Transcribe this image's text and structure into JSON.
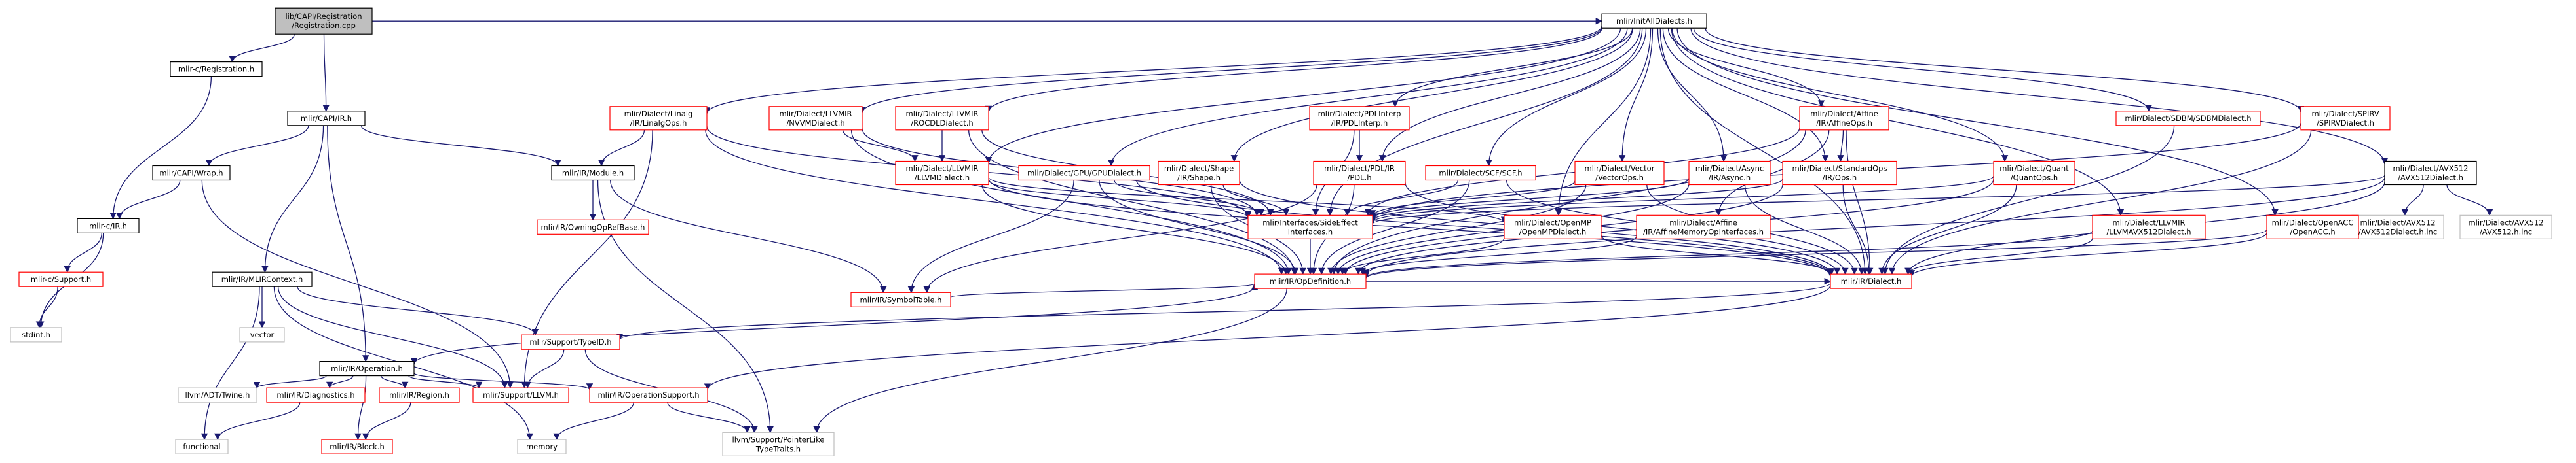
{
  "graph": {
    "nodes": [
      {
        "id": "root",
        "lines": [
          "lib/CAPI/Registration",
          "/Registration.cpp"
        ],
        "style": "root"
      },
      {
        "id": "n_reg",
        "lines": [
          "mlir-c/Registration.h"
        ],
        "style": "plain"
      },
      {
        "id": "n_initall",
        "lines": [
          "mlir/InitAllDialects.h"
        ],
        "style": "plain"
      },
      {
        "id": "n_capi_ir",
        "lines": [
          "mlir/CAPI/IR.h"
        ],
        "style": "plain"
      },
      {
        "id": "n_capi_wrap",
        "lines": [
          "mlir/CAPI/Wrap.h"
        ],
        "style": "plain"
      },
      {
        "id": "n_mlirc_ir",
        "lines": [
          "mlir-c/IR.h"
        ],
        "style": "plain"
      },
      {
        "id": "n_mlirc_support",
        "lines": [
          "mlir-c/Support.h"
        ],
        "style": "red"
      },
      {
        "id": "n_stdint",
        "lines": [
          "stdint.h"
        ],
        "style": "grey"
      },
      {
        "id": "n_module",
        "lines": [
          "mlir/IR/Module.h"
        ],
        "style": "plain"
      },
      {
        "id": "n_owningop",
        "lines": [
          "mlir/IR/OwningOpRefBase.h"
        ],
        "style": "red"
      },
      {
        "id": "n_mlircontext",
        "lines": [
          "mlir/IR/MLIRContext.h"
        ],
        "style": "plain"
      },
      {
        "id": "n_vector",
        "lines": [
          "vector"
        ],
        "style": "grey"
      },
      {
        "id": "n_operation",
        "lines": [
          "mlir/IR/Operation.h"
        ],
        "style": "plain"
      },
      {
        "id": "n_twine",
        "lines": [
          "llvm/ADT/Twine.h"
        ],
        "style": "grey"
      },
      {
        "id": "n_diag",
        "lines": [
          "mlir/IR/Diagnostics.h"
        ],
        "style": "red"
      },
      {
        "id": "n_region",
        "lines": [
          "mlir/IR/Region.h"
        ],
        "style": "red"
      },
      {
        "id": "n_llvmh",
        "lines": [
          "mlir/Support/LLVM.h"
        ],
        "style": "red"
      },
      {
        "id": "n_opsupport",
        "lines": [
          "mlir/IR/OperationSupport.h"
        ],
        "style": "red"
      },
      {
        "id": "n_functional",
        "lines": [
          "functional"
        ],
        "style": "grey"
      },
      {
        "id": "n_block",
        "lines": [
          "mlir/IR/Block.h"
        ],
        "style": "red"
      },
      {
        "id": "n_memory",
        "lines": [
          "memory"
        ],
        "style": "grey"
      },
      {
        "id": "n_typeid",
        "lines": [
          "mlir/Support/TypeID.h"
        ],
        "style": "red"
      },
      {
        "id": "n_ptrlike",
        "lines": [
          "llvm/Support/PointerLike",
          "TypeTraits.h"
        ],
        "style": "grey"
      },
      {
        "id": "n_symtab",
        "lines": [
          "mlir/IR/SymbolTable.h"
        ],
        "style": "red"
      },
      {
        "id": "n_linalg",
        "lines": [
          "mlir/Dialect/Linalg",
          "/IR/LinalgOps.h"
        ],
        "style": "red"
      },
      {
        "id": "n_nvvm",
        "lines": [
          "mlir/Dialect/LLVMIR",
          "/NVVMDialect.h"
        ],
        "style": "red"
      },
      {
        "id": "n_rocdl",
        "lines": [
          "mlir/Dialect/LLVMIR",
          "/ROCDLDialect.h"
        ],
        "style": "red"
      },
      {
        "id": "n_llvmdialect",
        "lines": [
          "mlir/Dialect/LLVMIR",
          "/LLVMDialect.h"
        ],
        "style": "red"
      },
      {
        "id": "n_gpu",
        "lines": [
          "mlir/Dialect/GPU/GPUDialect.h"
        ],
        "style": "red"
      },
      {
        "id": "n_shape",
        "lines": [
          "mlir/Dialect/Shape",
          "/IR/Shape.h"
        ],
        "style": "red"
      },
      {
        "id": "n_pdlinterp",
        "lines": [
          "mlir/Dialect/PDLInterp",
          "/IR/PDLInterp.h"
        ],
        "style": "red"
      },
      {
        "id": "n_pdl",
        "lines": [
          "mlir/Dialect/PDL/IR",
          "/PDL.h"
        ],
        "style": "red"
      },
      {
        "id": "n_scf",
        "lines": [
          "mlir/Dialect/SCF/SCF.h"
        ],
        "style": "red"
      },
      {
        "id": "n_vectorops",
        "lines": [
          "mlir/Dialect/Vector",
          "/VectorOps.h"
        ],
        "style": "red"
      },
      {
        "id": "n_async",
        "lines": [
          "mlir/Dialect/Async",
          "/IR/Async.h"
        ],
        "style": "red"
      },
      {
        "id": "n_affine",
        "lines": [
          "mlir/Dialect/Affine",
          "/IR/AffineOps.h"
        ],
        "style": "red"
      },
      {
        "id": "n_stdops",
        "lines": [
          "mlir/Dialect/StandardOps",
          "/IR/Ops.h"
        ],
        "style": "red"
      },
      {
        "id": "n_quant",
        "lines": [
          "mlir/Dialect/Quant",
          "/QuantOps.h"
        ],
        "style": "red"
      },
      {
        "id": "n_sdbm",
        "lines": [
          "mlir/Dialect/SDBM/SDBMDialect.h"
        ],
        "style": "red"
      },
      {
        "id": "n_spirv",
        "lines": [
          "mlir/Dialect/SPIRV",
          "/SPIRVDialect.h"
        ],
        "style": "red"
      },
      {
        "id": "n_avx512d",
        "lines": [
          "mlir/Dialect/AVX512",
          "/AVX512Dialect.h"
        ],
        "style": "plain"
      },
      {
        "id": "n_avx512inc",
        "lines": [
          "mlir/Dialect/AVX512",
          "/AVX512Dialect.h.inc"
        ],
        "style": "grey"
      },
      {
        "id": "n_avx512hinc",
        "lines": [
          "mlir/Dialect/AVX512",
          "/AVX512.h.inc"
        ],
        "style": "grey"
      },
      {
        "id": "n_sideeffect",
        "lines": [
          "mlir/Interfaces/SideEffect",
          "Interfaces.h"
        ],
        "style": "red"
      },
      {
        "id": "n_openmp",
        "lines": [
          "mlir/Dialect/OpenMP",
          "/OpenMPDialect.h"
        ],
        "style": "red"
      },
      {
        "id": "n_affmem",
        "lines": [
          "mlir/Dialect/Affine",
          "/IR/AffineMemoryOpInterfaces.h"
        ],
        "style": "red"
      },
      {
        "id": "n_llvmavx",
        "lines": [
          "mlir/Dialect/LLVMIR",
          "/LLVMAVX512Dialect.h"
        ],
        "style": "red"
      },
      {
        "id": "n_openacc",
        "lines": [
          "mlir/Dialect/OpenACC",
          "/OpenACC.h"
        ],
        "style": "red"
      },
      {
        "id": "n_opdef",
        "lines": [
          "mlir/IR/OpDefinition.h"
        ],
        "style": "red"
      },
      {
        "id": "n_dialect",
        "lines": [
          "mlir/IR/Dialect.h"
        ],
        "style": "red"
      }
    ],
    "style_colors": {
      "root_fill": "#bfbfbf",
      "root_stroke": "#000000",
      "plain_stroke": "#000000",
      "red_stroke": "#ff0000",
      "grey_stroke": "#bfbfbf",
      "edge_color": "#191970",
      "background": "#ffffff"
    }
  }
}
